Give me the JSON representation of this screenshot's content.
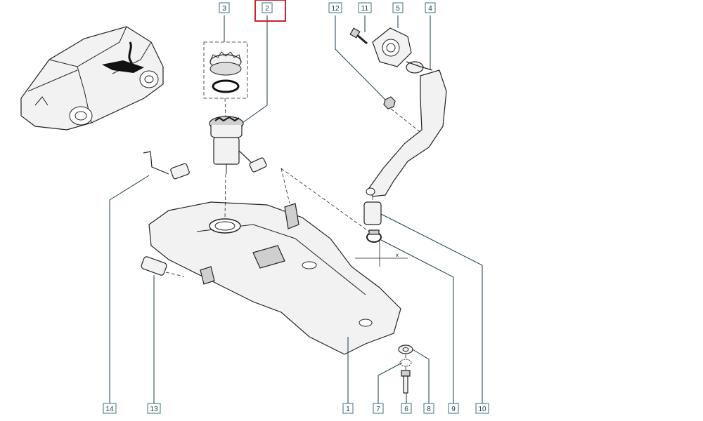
{
  "diagram": {
    "callouts": [
      {
        "id": "c1",
        "label": "1"
      },
      {
        "id": "c2",
        "label": "2",
        "highlighted": true
      },
      {
        "id": "c3",
        "label": "3"
      },
      {
        "id": "c4",
        "label": "4"
      },
      {
        "id": "c5",
        "label": "5"
      },
      {
        "id": "c6",
        "label": "6"
      },
      {
        "id": "c7",
        "label": "7"
      },
      {
        "id": "c8",
        "label": "8"
      },
      {
        "id": "c9",
        "label": "9"
      },
      {
        "id": "c10",
        "label": "10"
      },
      {
        "id": "c11",
        "label": "11"
      },
      {
        "id": "c12",
        "label": "12"
      },
      {
        "id": "c13",
        "label": "13"
      },
      {
        "id": "c14",
        "label": "14"
      }
    ],
    "dimension_mark": "x",
    "highlight_color": "#d21f2a",
    "callout_color": "#3a6f82"
  }
}
